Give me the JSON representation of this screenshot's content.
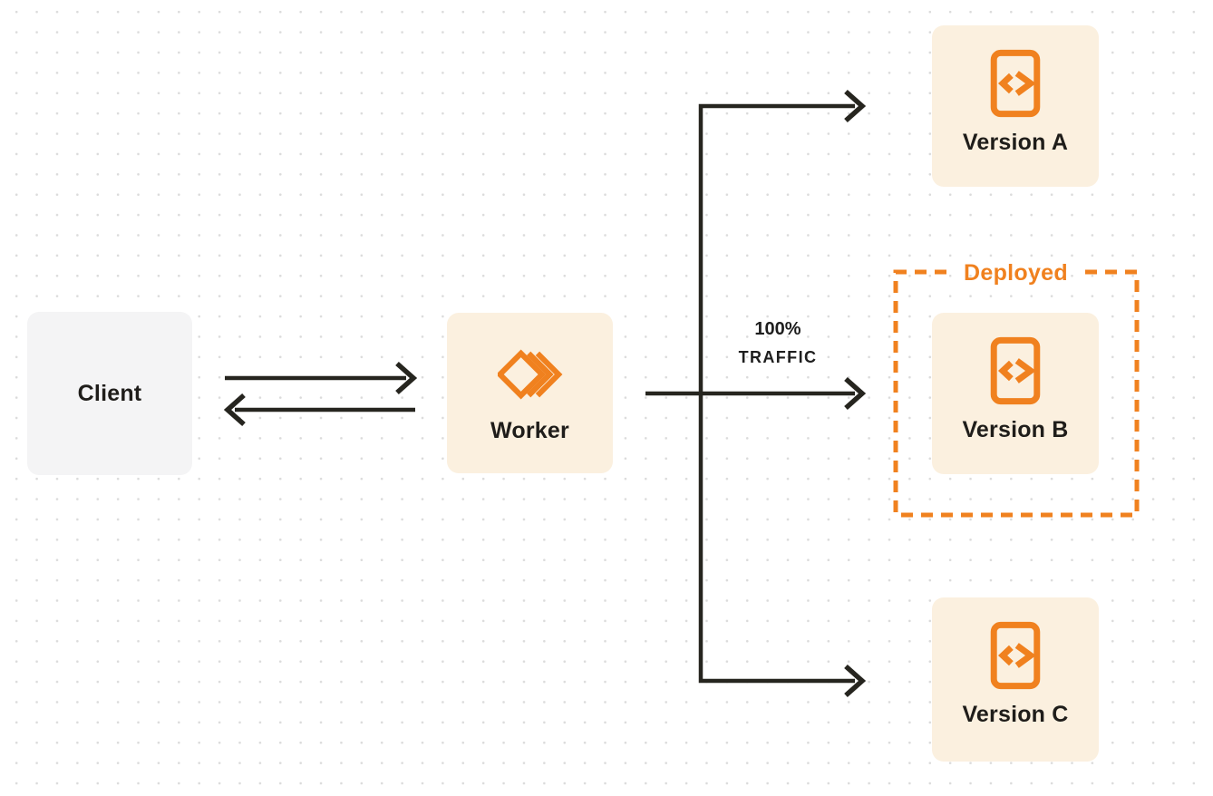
{
  "title": "Worker versions traffic routing diagram",
  "colors": {
    "background": "#FFFFFF",
    "dot_grid": "#DBDBDB",
    "accent_orange": "#F0811F",
    "cream_box_bg": "#FBF0DF",
    "gray_box_bg": "#F4F4F5",
    "ink": "#1F1D1A",
    "arrow": "#26251F"
  },
  "nodes": {
    "client": {
      "label": "Client",
      "icon": null
    },
    "worker": {
      "label": "Worker",
      "icon": "workers-logo-icon"
    },
    "version_a": {
      "label": "Version A",
      "icon": "code-file-icon"
    },
    "version_b": {
      "label": "Version B",
      "icon": "code-file-icon"
    },
    "version_c": {
      "label": "Version C",
      "icon": "code-file-icon"
    }
  },
  "annotations": {
    "deployed_label": "Deployed",
    "traffic_percent": "100%",
    "traffic_word": "TRAFFIC"
  },
  "edges": [
    {
      "from": "client",
      "to": "worker",
      "style": "arrow-right"
    },
    {
      "from": "worker",
      "to": "client",
      "style": "arrow-left"
    },
    {
      "from": "worker",
      "to": "version_a",
      "style": "arrow-branch"
    },
    {
      "from": "worker",
      "to": "version_b",
      "style": "arrow-straight",
      "label": "100% TRAFFIC"
    },
    {
      "from": "worker",
      "to": "version_c",
      "style": "arrow-branch"
    }
  ],
  "deployed_zone_contains": "version_b"
}
